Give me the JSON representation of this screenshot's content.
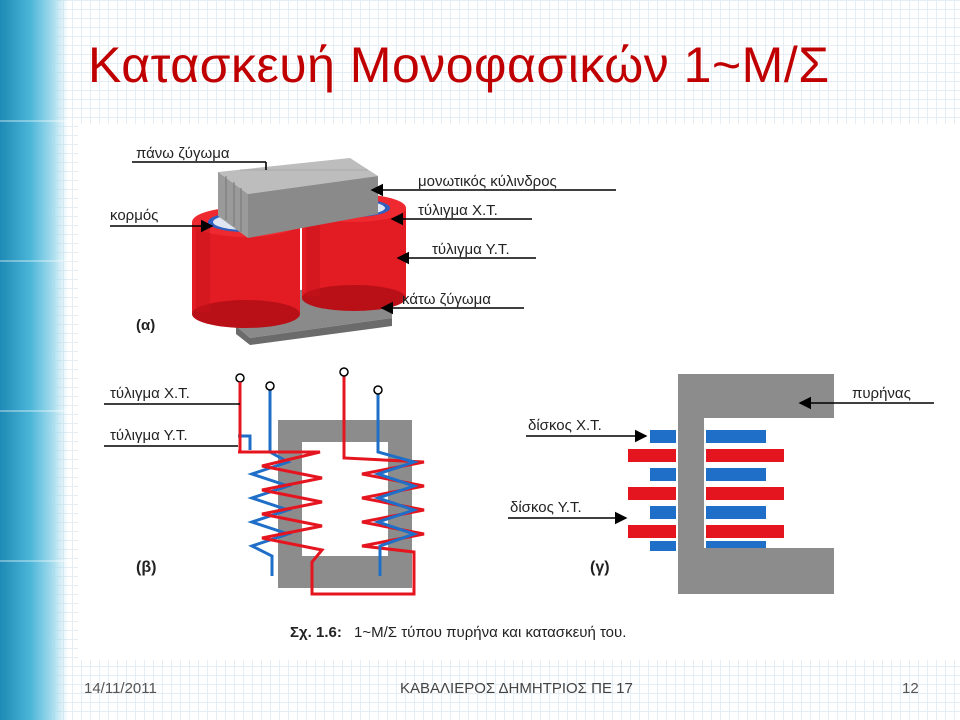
{
  "slide": {
    "title": "Κατασκευή Μονοφασικών 1~Μ/Σ",
    "footer": {
      "date": "14/11/2011",
      "author": "ΚΑΒΑΛΙΕΡΟΣ ΔΗΜΗΤΡΙΟΣ ΠΕ 17",
      "page": "12"
    }
  },
  "figure": {
    "a": {
      "tag": "(α)",
      "labels": {
        "top_yoke": "πάνω ζύγωμα",
        "core_leg": "κορμός",
        "insulating_cylinder": "μονωτικός κύλινδρος",
        "hv_winding": "τύλιγμα Χ.Τ.",
        "lv_winding": "τύλιγμα Υ.Τ.",
        "bottom_yoke": "κάτω ζύγωμα"
      }
    },
    "b": {
      "tag": "(β)",
      "labels": {
        "hv_winding": "τύλιγμα Χ.Τ.",
        "lv_winding": "τύλιγμα Υ.Τ."
      }
    },
    "c": {
      "tag": "(γ)",
      "labels": {
        "core": "πυρήνας",
        "hv_disc": "δίσκος Χ.Τ.",
        "lv_disc": "δίσκος Υ.Τ."
      }
    },
    "caption_prefix": "Σχ. 1.6:",
    "caption_text": "1~Μ/Σ τύπου πυρήνα και κατασκευή του.",
    "colors": {
      "red": "#e5151f",
      "blue": "#1f6fc8",
      "gray": "#8e8e8e",
      "title": "#c00000"
    }
  }
}
